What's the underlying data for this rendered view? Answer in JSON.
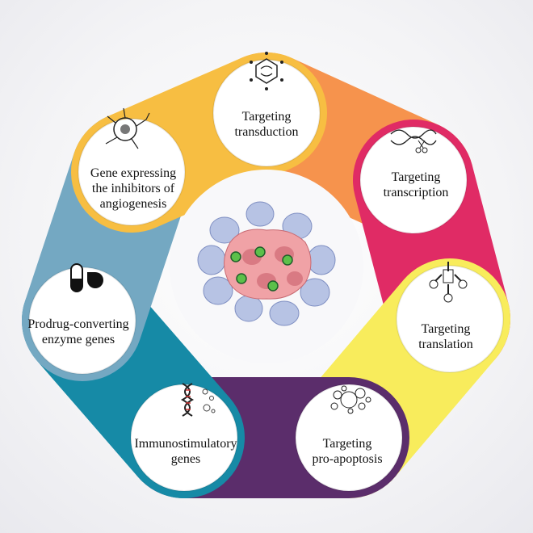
{
  "nodes": [
    {
      "id": "transduction",
      "label": "Targeting\ntransduction",
      "color": "#f6934d",
      "icon": "hexagon-dna-icon"
    },
    {
      "id": "transcription",
      "label": "Targeting\ntranscription",
      "color": "#e02b65",
      "icon": "dna-scissors-icon"
    },
    {
      "id": "translation",
      "label": "Targeting\ntranslation",
      "color": "#f8ec5c",
      "icon": "trna-icon"
    },
    {
      "id": "pro-apoptosis",
      "label": "Targeting\npro-apoptosis",
      "color": "#5b2d6b",
      "icon": "apoptotic-bodies-icon"
    },
    {
      "id": "immunostimulatory",
      "label": "Immunostimulatory\ngenes",
      "color": "#168aa6",
      "icon": "dna-cells-icon"
    },
    {
      "id": "prodrug",
      "label": "Prodrug-converting\nenzyme genes",
      "color": "#74a8c2",
      "icon": "pill-icon"
    },
    {
      "id": "angiogenesis",
      "label": "Gene expressing\nthe inhibitors of\nangiogenesis",
      "color": "#f7be42",
      "icon": "tumor-vessel-icon"
    }
  ],
  "center": {
    "icon": "tumor-cells-virus-icon"
  }
}
